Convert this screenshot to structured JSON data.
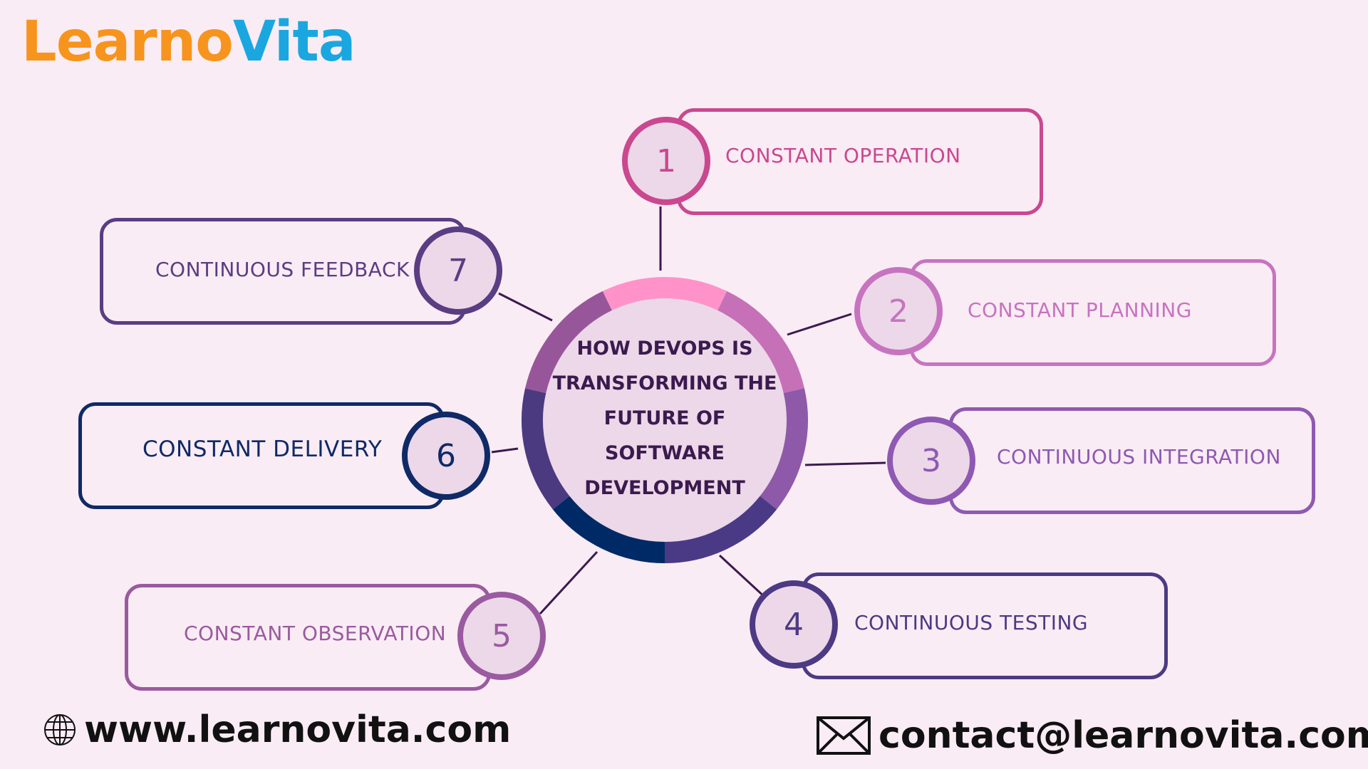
{
  "brand": {
    "part1": "Learno",
    "part2": "Vita"
  },
  "center": {
    "lines": [
      "HOW DEVOPS IS",
      "TRANSFORMING THE",
      "FUTURE OF",
      "SOFTWARE",
      "DEVELOPMENT"
    ]
  },
  "items": [
    {
      "num": "1",
      "label": "CONSTANT OPERATION",
      "color": "#c9488f"
    },
    {
      "num": "2",
      "label": "CONSTANT PLANNING",
      "color": "#c674c0"
    },
    {
      "num": "3",
      "label": "CONTINUOUS INTEGRATION",
      "color": "#8e59b2"
    },
    {
      "num": "4",
      "label": "CONTINUOUS TESTING",
      "color": "#4d3a84"
    },
    {
      "num": "5",
      "label": "CONSTANT OBSERVATION",
      "color": "#9a5aa0"
    },
    {
      "num": "6",
      "label": "CONSTANT DELIVERY",
      "color": "#0f2a66"
    },
    {
      "num": "7",
      "label": "CONTINUOUS FEEDBACK",
      "color": "#5a3d83"
    }
  ],
  "ring_colors": [
    "#ff93c9",
    "#c670b8",
    "#8e59a8",
    "#4a3a86",
    "#002a66",
    "#4b3a80",
    "#98569a"
  ],
  "footer": {
    "website": "www.learnovita.com",
    "email": "contact@learnovita.com"
  }
}
